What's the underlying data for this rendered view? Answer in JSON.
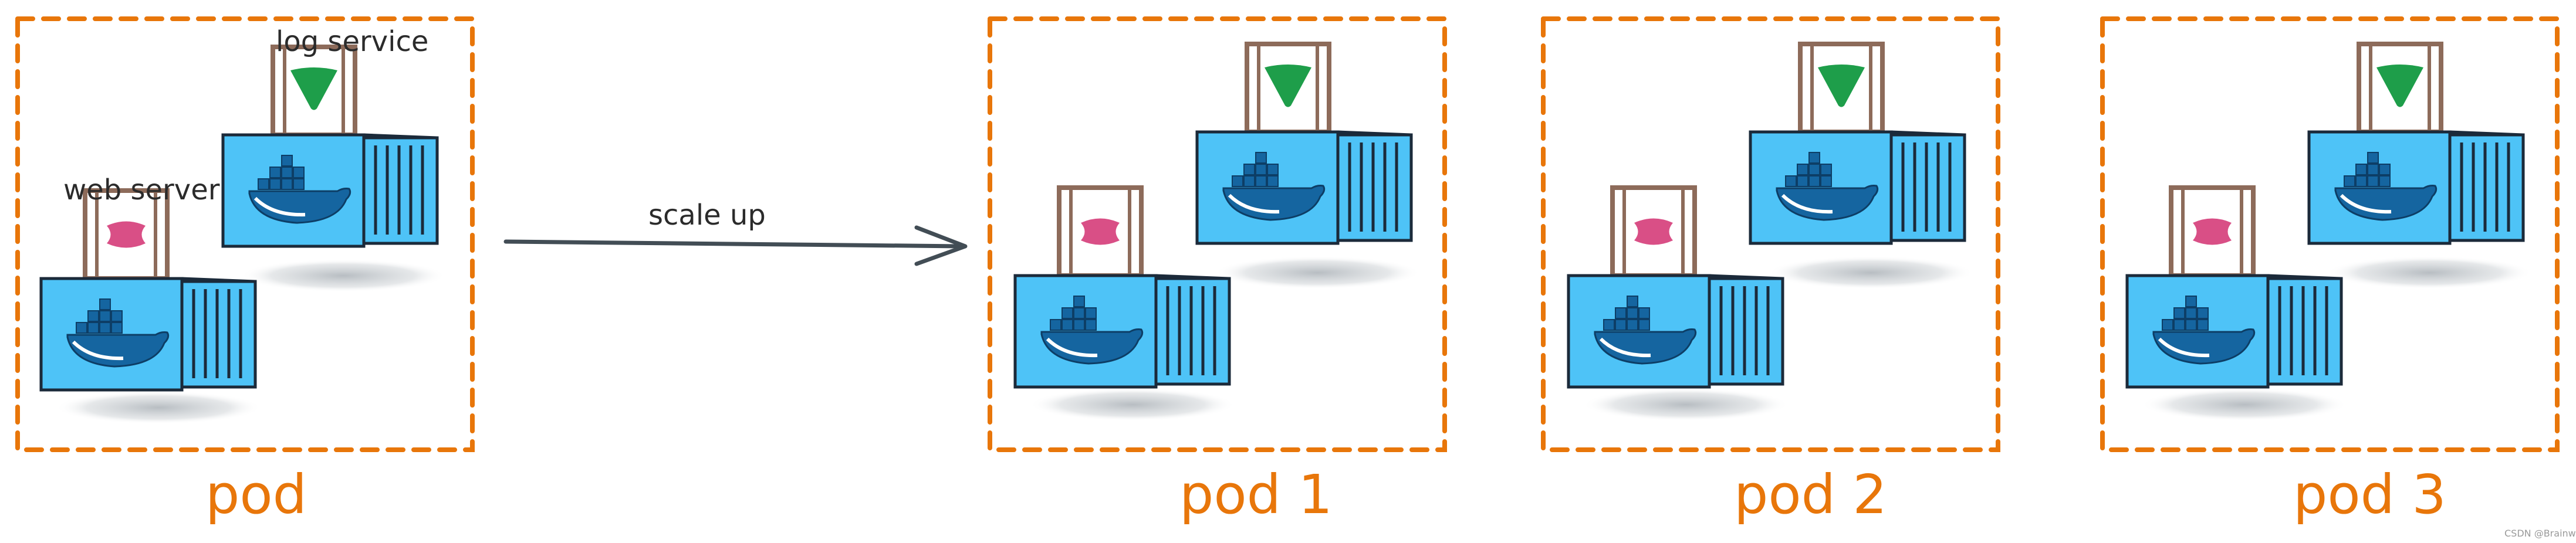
{
  "diagram": {
    "source_pod": {
      "label": "pod",
      "web_container_label": "web server",
      "log_container_label": "log service"
    },
    "arrow": {
      "label": "scale up"
    },
    "replicas": [
      {
        "label": "pod 1"
      },
      {
        "label": "pod 2"
      },
      {
        "label": "pod 3"
      }
    ],
    "watermark": "CSDN @Brainwang",
    "colors": {
      "pod_border": "#e8760a",
      "container_body": "#4ec3f7",
      "container_outline": "#1b2a3a",
      "frame_brown": "#8d6b5a",
      "log_icon": "#1e9e4a",
      "web_icon": "#d94f86",
      "arrow": "#424d55"
    },
    "icons": [
      "container-icon",
      "docker-whale-icon",
      "log-service-icon",
      "web-server-icon",
      "arrow-icon"
    ]
  }
}
